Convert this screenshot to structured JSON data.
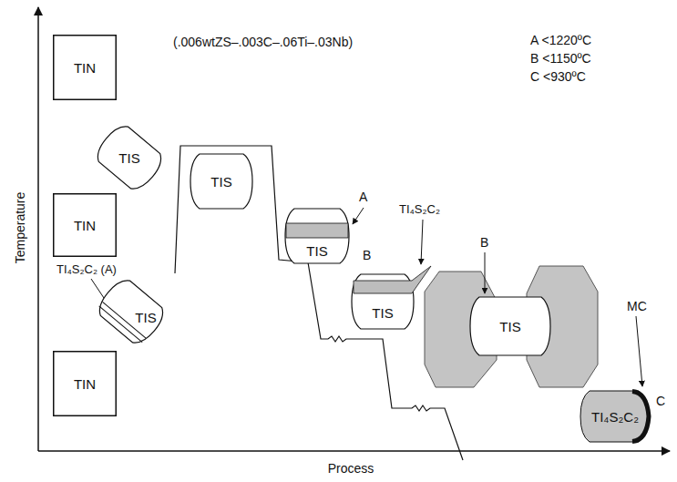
{
  "diagram": {
    "nodes": [
      {
        "text": [
          "TIN"
        ]
      },
      {
        "text": [
          "TIN"
        ]
      },
      {
        "text": [
          "TIS"
        ]
      },
      {
        "text": [
          "TIN"
        ]
      },
      {
        "text": [
          "TIS"
        ]
      },
      {
        "text": [
          "TIS"
        ]
      },
      {
        "text": [
          "TIS"
        ]
      },
      {
        "text": [
          "TIS"
        ]
      },
      {
        "text": [
          "TIS"
        ]
      },
      {
        "text": [
          "TI₄S₂C₂"
        ]
      }
    ],
    "labels": [
      "(.006wtZS–.003C–.06Ti–.03Nb)",
      "A <1220ºC",
      "B <1150ºC",
      "C <930ºC",
      "Temperature",
      "TI₄S₂C₂ (A)",
      "A",
      "TI₄S₂C₂",
      "B",
      "B",
      "MC",
      "C",
      "Process"
    ]
  }
}
